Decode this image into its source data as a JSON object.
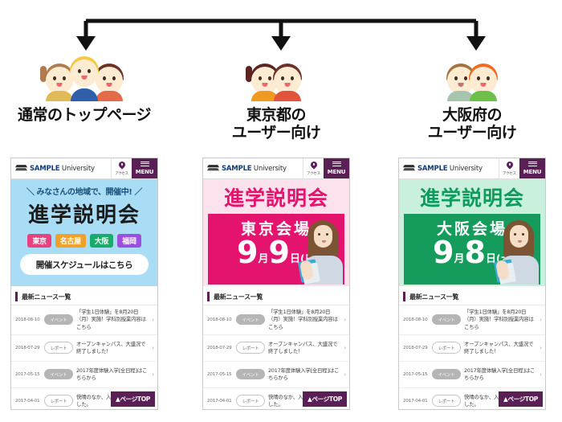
{
  "diagram": {
    "arrow_color": "#111111",
    "columns": [
      {
        "id": "default",
        "title_line1": "通常のトップページ",
        "title_line2": "",
        "people_icon": "group-of-three-people-icon"
      },
      {
        "id": "tokyo",
        "title_line1": "東京都の",
        "title_line2": "ユーザー向け",
        "people_icon": "group-of-two-people-icon"
      },
      {
        "id": "osaka",
        "title_line1": "大阪府の",
        "title_line2": "ユーザー向け",
        "people_icon": "group-of-two-people-icon"
      }
    ]
  },
  "phone_header": {
    "logo_bold": "SAMPLE",
    "logo_rest": " University",
    "logo_icon": "stacked-diamond-logo-icon",
    "access_icon": "map-pin-icon",
    "access_label": "アクセス",
    "menu_icon": "hamburger-menu-icon",
    "menu_label": "MENU",
    "menu_bg": "#5a1f54"
  },
  "hero_default": {
    "bg": "#a9dcf5",
    "kicker": "＼ みなさんの地域で、開催中! ／",
    "title": "進学説明会",
    "tags": [
      {
        "label": "東京",
        "color": "#e8437f"
      },
      {
        "label": "名古屋",
        "color": "#f0a12a"
      },
      {
        "label": "大阪",
        "color": "#1aab6b"
      },
      {
        "label": "福岡",
        "color": "#9b4ee0"
      }
    ],
    "cta_label": "開催スケジュールはこちら"
  },
  "hero_tokyo": {
    "bg": "#fbe2ec",
    "title": "進学説明会",
    "title_color": "#e3136e",
    "banner_color": "#e3136e",
    "venue": "東京会場",
    "month": "9",
    "month_unit": "月",
    "day": "9",
    "day_unit": "日",
    "dow": "(日)",
    "model_icon": "student-photo"
  },
  "hero_osaka": {
    "bg": "#c9f0dd",
    "title": "進学説明会",
    "title_color": "#0f9b5c",
    "banner_color": "#159b5c",
    "venue": "大阪会場",
    "month": "9",
    "month_unit": "月",
    "day": "8",
    "day_unit": "日",
    "dow": "(土)",
    "model_icon": "student-photo"
  },
  "news": {
    "heading": "最新ニュース一覧",
    "chevron": "›",
    "rows": [
      {
        "date": "2018-08-10",
        "badge": "イベント",
        "badge_type": "event",
        "title": "「学生1日体験」を8月20日（月）実施！学科別授業内容はこちら"
      },
      {
        "date": "2018-07-29",
        "badge": "レポート",
        "badge_type": "report",
        "title": "オープンキャンパス、大盛況で終了しました！"
      },
      {
        "date": "2017-05-15",
        "badge": "イベント",
        "badge_type": "event",
        "title": "2017年度体験入学[全日程]はこちらから"
      },
      {
        "date": "2017-04-01",
        "badge": "レポート",
        "badge_type": "report",
        "title": "快晴のなか、入学式が終了しました。"
      }
    ],
    "pagetop_label": "▲ページTOP"
  }
}
